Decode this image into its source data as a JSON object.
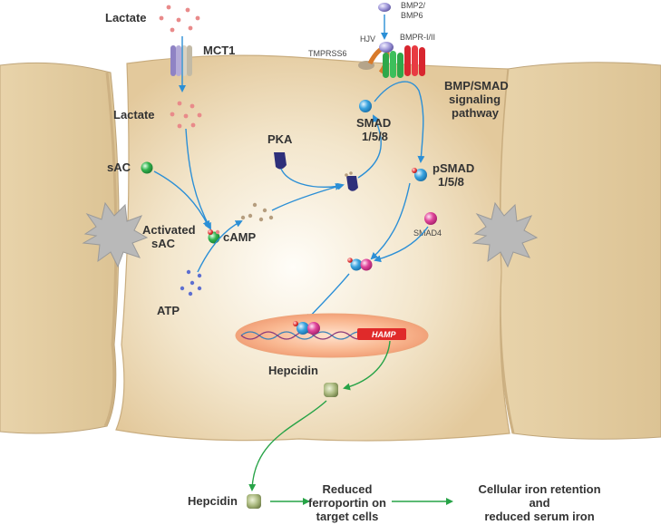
{
  "labels": {
    "lactate_top": "Lactate",
    "mct1": "MCT1",
    "lactate_in": "Lactate",
    "sac": "sAC",
    "activated_sac_1": "Activated",
    "activated_sac_2": "sAC",
    "atp": "ATP",
    "camp": "cAMP",
    "pka": "PKA",
    "bmp_1": "BMP2/",
    "bmp_2": "BMP6",
    "hjv": "HJV",
    "bmpr": "BMPR-I/II",
    "tmprss6": "TMPRSS6",
    "smad_1": "SMAD",
    "smad_2": "1/5/8",
    "psmad_1": "pSMAD",
    "psmad_2": "1/5/8",
    "smad4": "SMAD4",
    "pathway_1": "BMP/SMAD",
    "pathway_2": "signaling",
    "pathway_3": "pathway",
    "hamp": "HAMP",
    "hepcidin_in": "Hepcidin",
    "hepcidin_out": "Hepcidin",
    "reduced_1": "Reduced",
    "reduced_2": "ferroportin on",
    "reduced_3": "target cells",
    "retention_1": "Cellular iron retention",
    "retention_2": "and",
    "retention_3": "reduced serum iron"
  },
  "colors": {
    "cell_fill": "#ecd9b5",
    "cell_stroke": "#bfa57a",
    "arrow_blue": "#2b8fd6",
    "arrow_green": "#27a347",
    "hamp_red": "#e02a2a",
    "pka_navy": "#2e2f7a",
    "smad_blue": "#3aa3df",
    "smad4_pink": "#e0459a",
    "hepcidin_green": "#a6b57a",
    "lactate_pink": "#e98a8a"
  }
}
